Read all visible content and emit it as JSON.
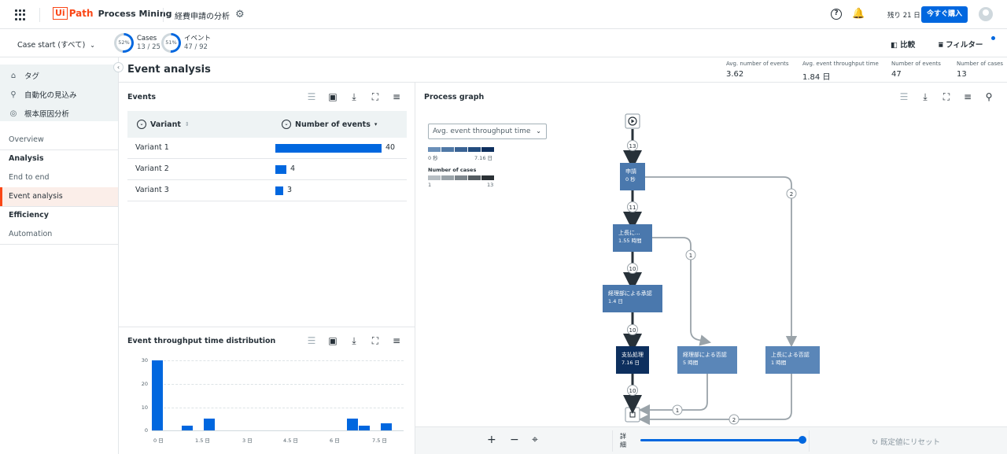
{
  "topbar": {
    "logo_ui": "Ui",
    "logo_path": "Path",
    "product": "Process Mining",
    "app_title": "経費申請の分析",
    "trial_text": "残り 21 日",
    "buy_label": "今すぐ購入"
  },
  "filterbar": {
    "case_start": "Case start (すべて)",
    "cases_pct": "52%",
    "cases_label": "Cases",
    "cases_value": "13 / 25",
    "events_pct": "51%",
    "events_label": "イベント",
    "events_value": "47 / 92",
    "compare_label": "比較",
    "filter_label": "フィルター"
  },
  "sidebar": {
    "tools": [
      {
        "label": "タグ",
        "icon": "tag-icon"
      },
      {
        "label": "自動化の見込み",
        "icon": "automation-icon"
      },
      {
        "label": "根本原因分析",
        "icon": "root-cause-icon"
      }
    ],
    "overview": "Overview",
    "analysis_header": "Analysis",
    "end_to_end": "End to end",
    "event_analysis": "Event analysis",
    "efficiency_header": "Efficiency",
    "automation": "Automation"
  },
  "page": {
    "title": "Event analysis",
    "kpis": [
      {
        "label": "Avg. number of events",
        "value": "3.62"
      },
      {
        "label": "Avg. event throughput time",
        "value": "1.84 日"
      },
      {
        "label": "Number of events",
        "value": "47"
      },
      {
        "label": "Number of cases",
        "value": "13"
      }
    ]
  },
  "events_panel": {
    "title": "Events",
    "col_variant": "Variant",
    "col_events": "Number of events",
    "rows": [
      {
        "name": "Variant 1",
        "value": "40",
        "fraction": 1.0
      },
      {
        "name": "Variant 2",
        "value": "4",
        "fraction": 0.1
      },
      {
        "name": "Variant 3",
        "value": "3",
        "fraction": 0.075
      }
    ]
  },
  "dist_panel": {
    "title": "Event throughput time distribution",
    "y_ticks": [
      "30",
      "20",
      "10",
      "0"
    ],
    "x_ticks": [
      "0 日",
      "1.5 日",
      "3 日",
      "4.5 日",
      "6 日",
      "7.5 日"
    ]
  },
  "chart_data": {
    "type": "bar",
    "title": "Event throughput time distribution",
    "xlabel": "",
    "ylabel": "",
    "ylim": [
      0,
      30
    ],
    "x": [
      0,
      1,
      1.75,
      6.6,
      7,
      7.75
    ],
    "values": [
      30,
      2,
      5,
      5,
      2,
      3
    ]
  },
  "process_graph": {
    "title": "Process graph",
    "metric_select": "Avg. event throughput time",
    "legend_time_min": "0 秒",
    "legend_time_max": "7.16 日",
    "legend_cases_title": "Number of cases",
    "legend_cases_min": "1",
    "legend_cases_max": "13",
    "nodes": [
      {
        "name": "申請",
        "value": "0 秒"
      },
      {
        "name": "上長に...",
        "value": "1.55 時間"
      },
      {
        "name": "経理部による承認",
        "value": "1.4 日"
      },
      {
        "name": "支払処理",
        "value": "7.16 日"
      },
      {
        "name": "経理部による否認",
        "value": "5 時間"
      },
      {
        "name": "上長による否認",
        "value": "1 時間"
      }
    ],
    "edges": [
      "13",
      "11",
      "2",
      "1",
      "10",
      "10",
      "10",
      "1",
      "2"
    ],
    "detail_label": "詳細",
    "reset_label": "既定値にリセット"
  }
}
